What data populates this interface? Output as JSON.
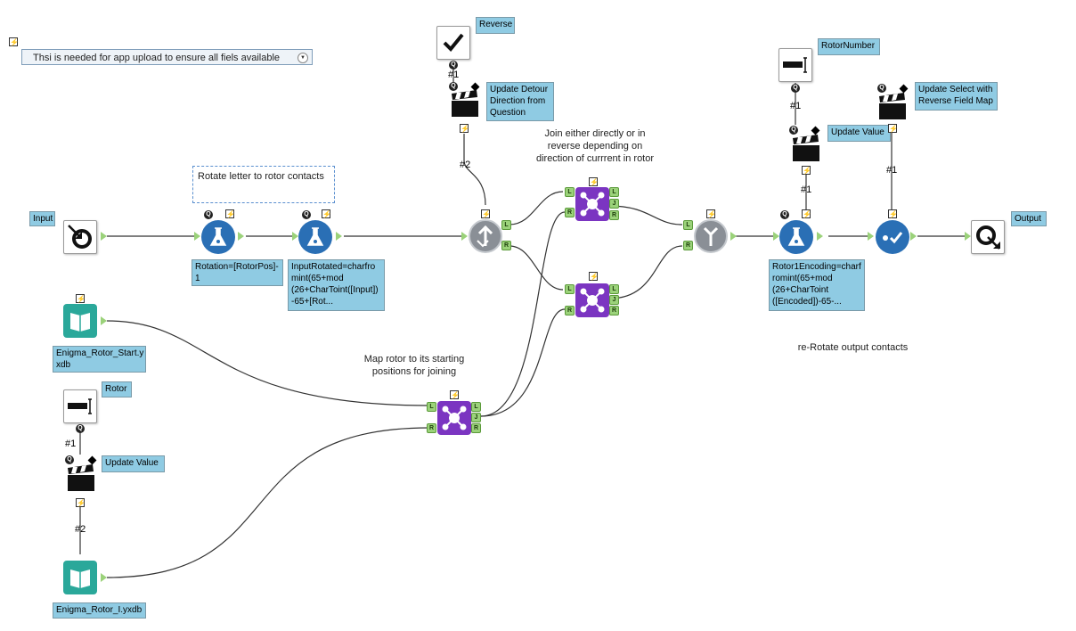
{
  "top_interface": {
    "lightning_glyph": "⚡",
    "dropdown_text": "Thsi is needed for app upload to ensure all fiels available"
  },
  "annotations": {
    "rotate_box": "Rotate letter to rotor contacts",
    "join_note": "Join either directly or in\nreverse depending on\ndirection of currrent in rotor",
    "map_note": "Map rotor to its starting\npositions for joining",
    "rerotate_note": "re-Rotate output contacts"
  },
  "labels": {
    "input": "Input",
    "output": "Output",
    "reverse": "Reverse",
    "update_detour": "Update Detour\nDirection from\nQuestion",
    "rotor_number": "RotorNumber",
    "update_value_top": "Update Value",
    "update_select": "Update Select with\nReverse Field Map",
    "rotation": "Rotation=[RotorPos]-\n1",
    "input_rotated": "InputRotated=charfro\nmint(65+mod\n(26+CharToint([Input])\n-65+[Rot...",
    "rotor1_encoding": "Rotor1Encoding=charf\nromint(65+mod\n(26+CharToint\n([Encoded])-65-...",
    "enigma_start": "Enigma_Rotor_Start.y\nxdb",
    "rotor": "Rotor",
    "update_value_bottom": "Update Value",
    "enigma_rotor": "Enigma_Rotor_I.yxdb"
  },
  "connection_tags": {
    "reverse_q": "#1",
    "detour_out": "#2",
    "rotor_number_q": "#1",
    "update_value_out": "#1",
    "update_select_out": "#1",
    "rotor_q": "#1",
    "update_value_bottom_out": "#2"
  },
  "anchors": {
    "left": "L",
    "right": "R",
    "join": "J",
    "question": "Q"
  },
  "colors": {
    "label_bg": "#8fcbe3",
    "formula_blue": "#2a6fb5",
    "join_purple": "#7b35c1",
    "book_teal": "#2aa89a",
    "anchor_green": "#9bd27a"
  }
}
